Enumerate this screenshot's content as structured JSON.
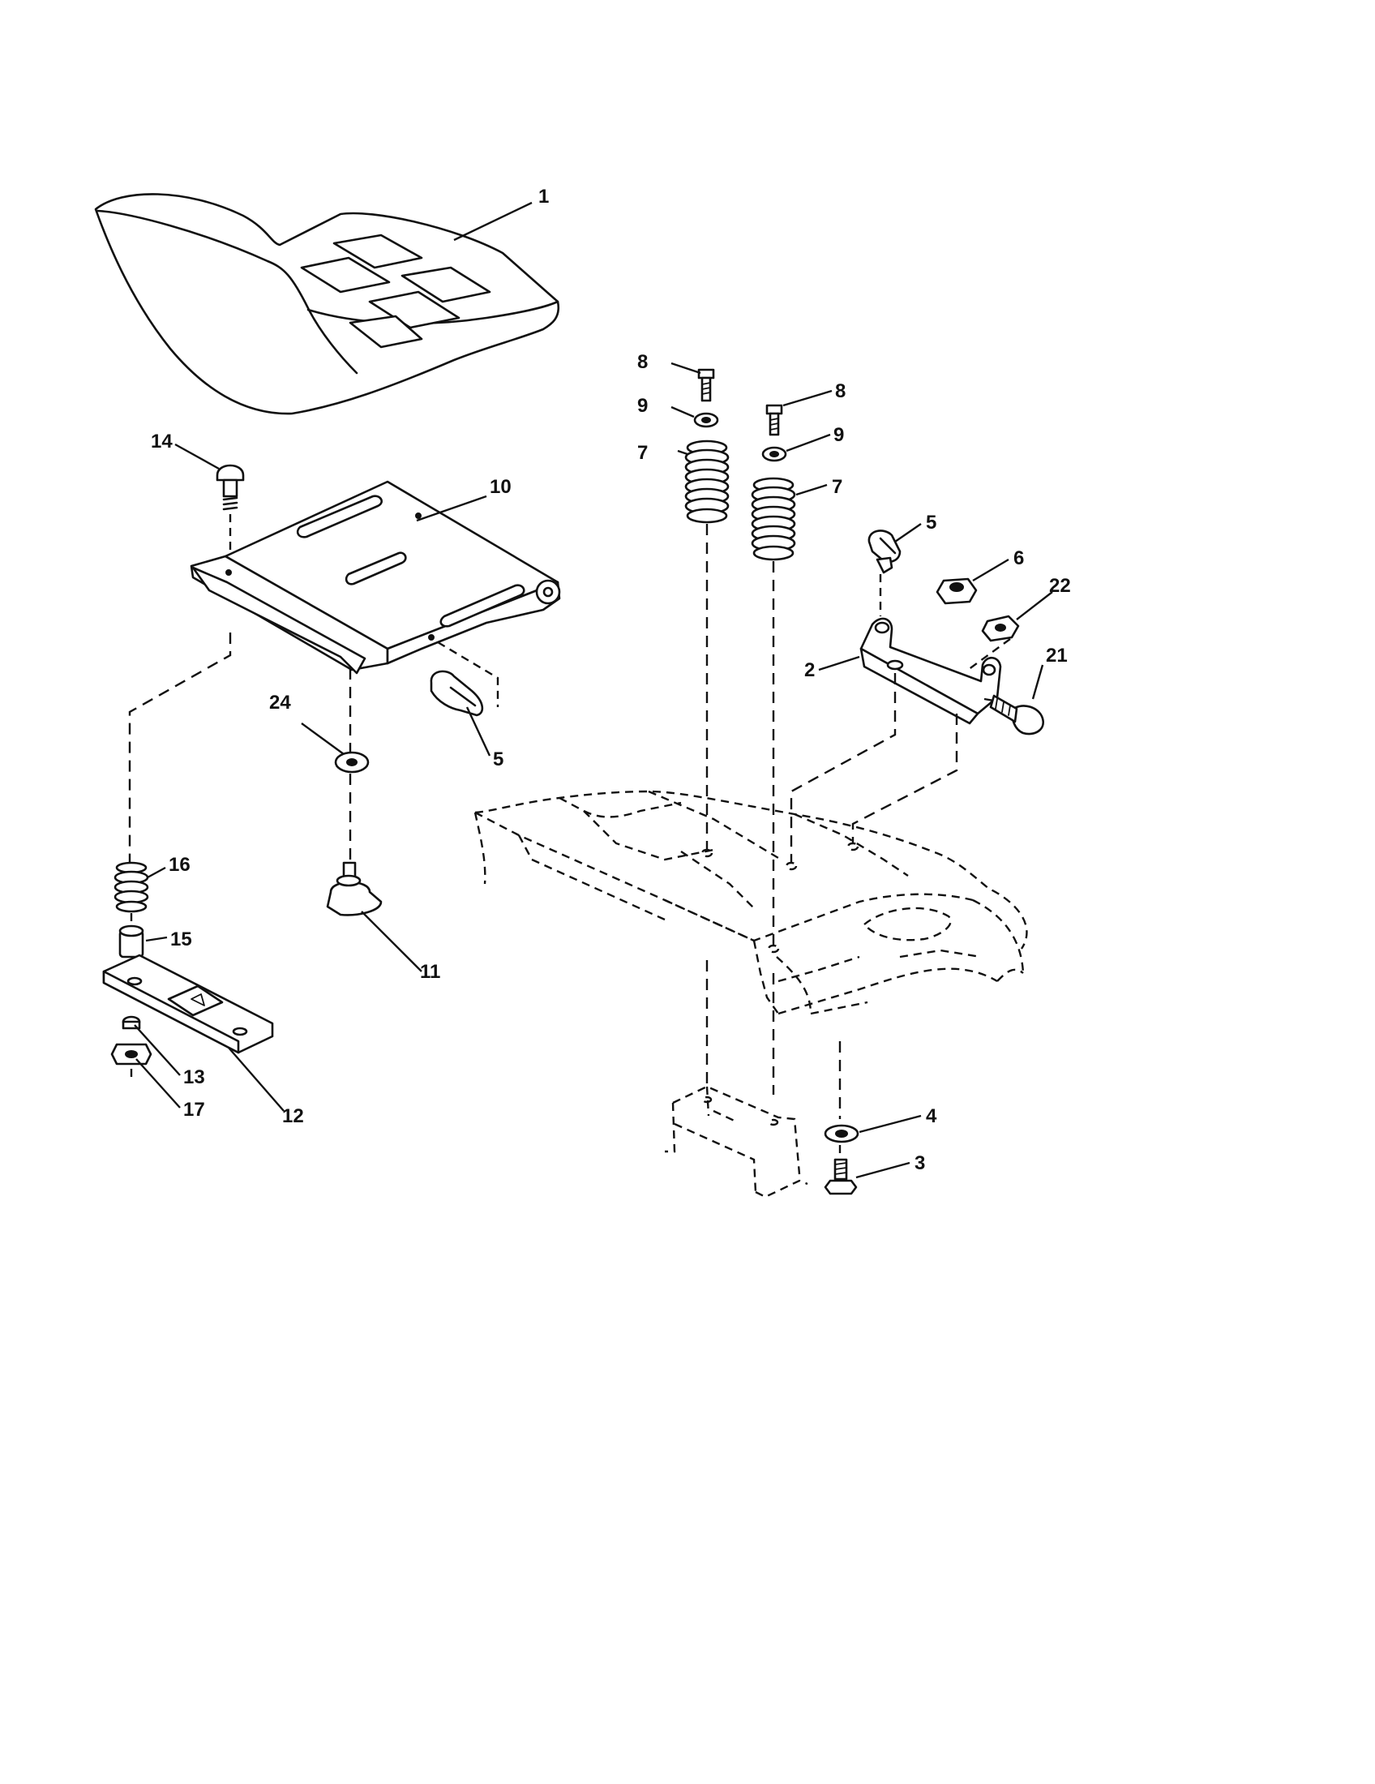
{
  "diagram": {
    "callouts": {
      "c1": "1",
      "c2": "2",
      "c3": "3",
      "c4": "4",
      "c5a": "5",
      "c5b": "5",
      "c6": "6",
      "c7a": "7",
      "c7b": "7",
      "c8a": "8",
      "c8b": "8",
      "c9a": "9",
      "c9b": "9",
      "c10": "10",
      "c11": "11",
      "c12": "12",
      "c13": "13",
      "c14": "14",
      "c15": "15",
      "c16": "16",
      "c17": "17",
      "c21": "21",
      "c22": "22",
      "c24": "24"
    }
  }
}
